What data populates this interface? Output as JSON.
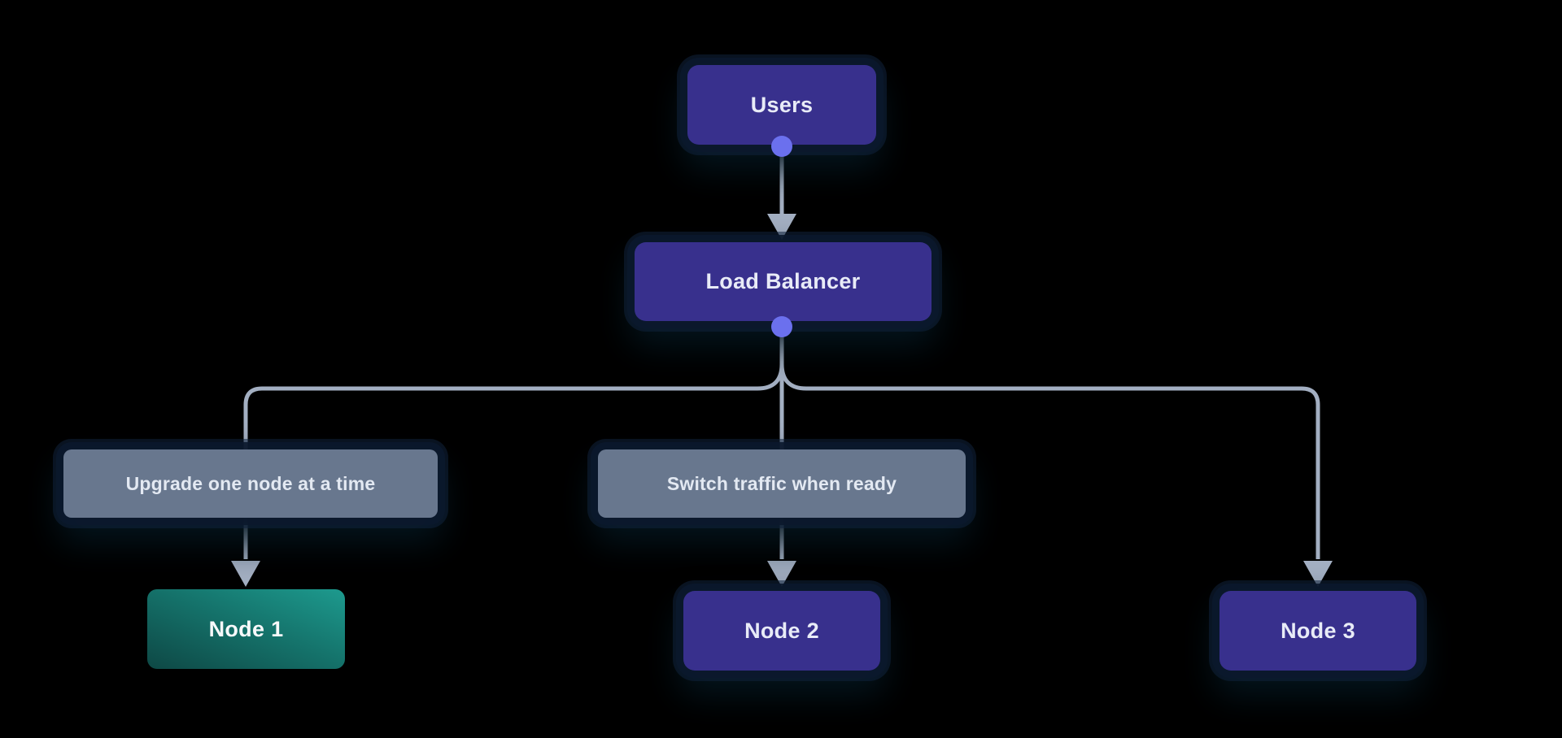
{
  "diagram": {
    "background_color": "#000000",
    "nodes": {
      "users": {
        "label": "Users",
        "style": "purple"
      },
      "load_balancer": {
        "label": "Load Balancer",
        "style": "purple"
      },
      "node1": {
        "label": "Node 1",
        "style": "teal-gradient-active"
      },
      "node2": {
        "label": "Node 2",
        "style": "purple"
      },
      "node3": {
        "label": "Node 3",
        "style": "purple"
      }
    },
    "edge_labels": {
      "upgrade": {
        "label": "Upgrade one node at a time"
      },
      "switch": {
        "label": "Switch traffic when ready"
      }
    },
    "edges": [
      {
        "from": "users",
        "to": "load_balancer",
        "label": ""
      },
      {
        "from": "load_balancer",
        "to": "node1",
        "label": "Upgrade one node at a time"
      },
      {
        "from": "load_balancer",
        "to": "node2",
        "label": "Switch traffic when ready"
      },
      {
        "from": "load_balancer",
        "to": "node3",
        "label": ""
      }
    ],
    "colors": {
      "node_fill": "#38308d",
      "node_text": "#e8ebf7",
      "active_node_gradient_start": "#0e4845",
      "active_node_gradient_end": "#1d9a8e",
      "edge_label_fill": "#68778e",
      "edge_label_text": "#e3e9f2",
      "line": "#a3afc2",
      "connector_dot": "#6b70ee",
      "halo_shadow": "#0b182c"
    }
  }
}
